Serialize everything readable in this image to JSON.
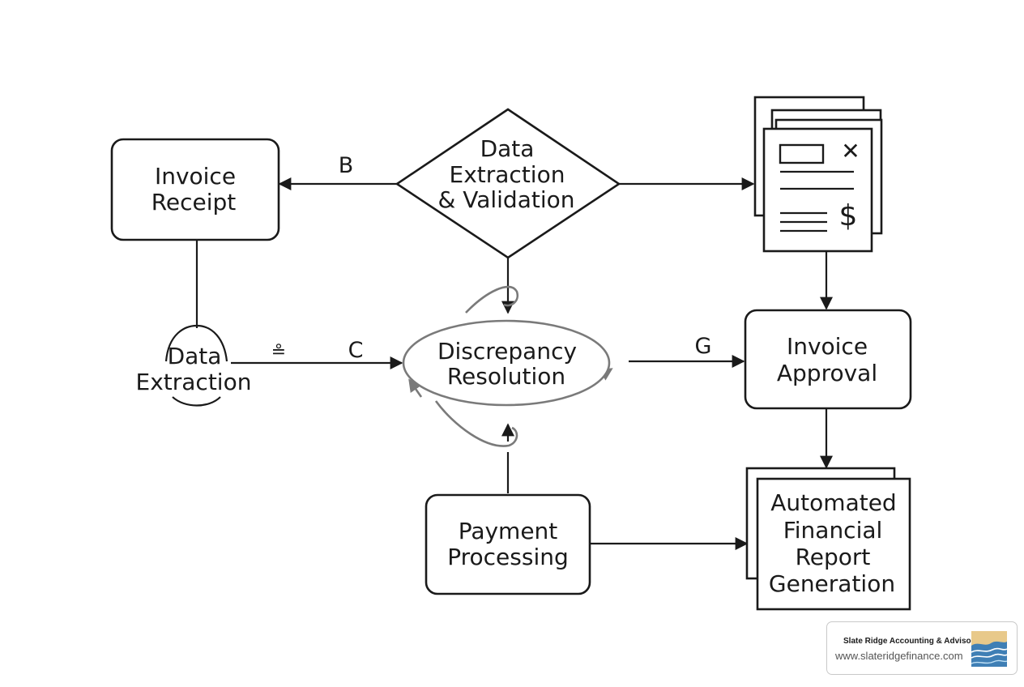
{
  "nodes": {
    "invoice_receipt": [
      "Invoice",
      "Receipt"
    ],
    "data_extraction_validation": [
      "Data",
      "Extraction",
      "& Validation"
    ],
    "data_extraction": [
      "Data",
      "Extraction"
    ],
    "discrepancy_resolution": [
      "Discrepancy",
      "Resolution"
    ],
    "invoice_approval": [
      "Invoice",
      "Approval"
    ],
    "payment_processing": [
      "Payment",
      "Processing"
    ],
    "automated_report": [
      "Automated",
      "Financial",
      "Report",
      "Generation"
    ]
  },
  "edge_labels": {
    "b": "B",
    "c": "C",
    "g": "G",
    "stray_symbol": "≗"
  },
  "document_icon": {
    "currency_symbol": "$",
    "close_mark": "✕"
  },
  "brand": {
    "name": "Slate Ridge Accounting & Advisory",
    "url": "www.slateridgefinance.com"
  },
  "colors": {
    "line": "#1a1a1a",
    "feedback_arrows": "#7a7a7a",
    "logo_sand": "#e8c98a",
    "logo_water": "#3f7fb5"
  }
}
